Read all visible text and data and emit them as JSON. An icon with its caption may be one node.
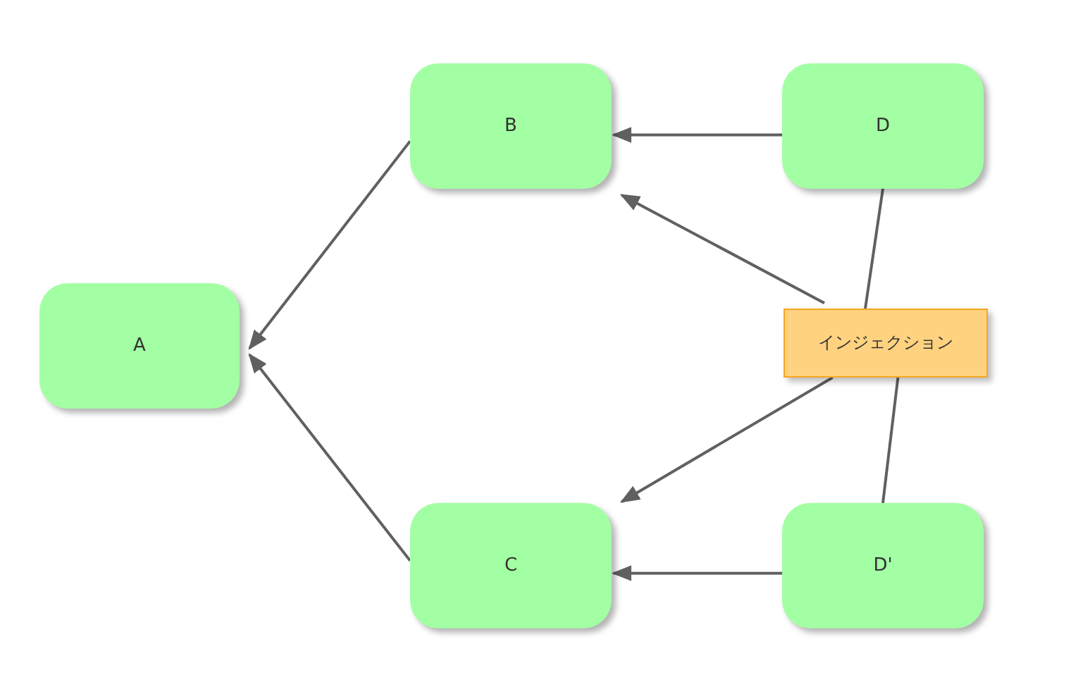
{
  "diagram": {
    "nodes": [
      {
        "text": [
          "A"
        ]
      },
      {
        "text": [
          "B"
        ]
      },
      {
        "text": [
          "C"
        ]
      },
      {
        "text": [
          "D"
        ]
      },
      {
        "text": [
          "インジェクション"
        ]
      },
      {
        "text": [
          "D'"
        ]
      }
    ],
    "edges": [
      {
        "from": 1,
        "to": 0,
        "arrow": "to"
      },
      {
        "from": 2,
        "to": 0,
        "arrow": "to"
      },
      {
        "from": 3,
        "to": 1,
        "arrow": "to"
      },
      {
        "from": 5,
        "to": 2,
        "arrow": "to"
      },
      {
        "from": 3,
        "to": 4,
        "arrow": "none"
      },
      {
        "from": 4,
        "to": 1,
        "arrow": "to"
      },
      {
        "from": 4,
        "to": 2,
        "arrow": "to"
      },
      {
        "from": 4,
        "to": 5,
        "arrow": "none"
      }
    ]
  }
}
